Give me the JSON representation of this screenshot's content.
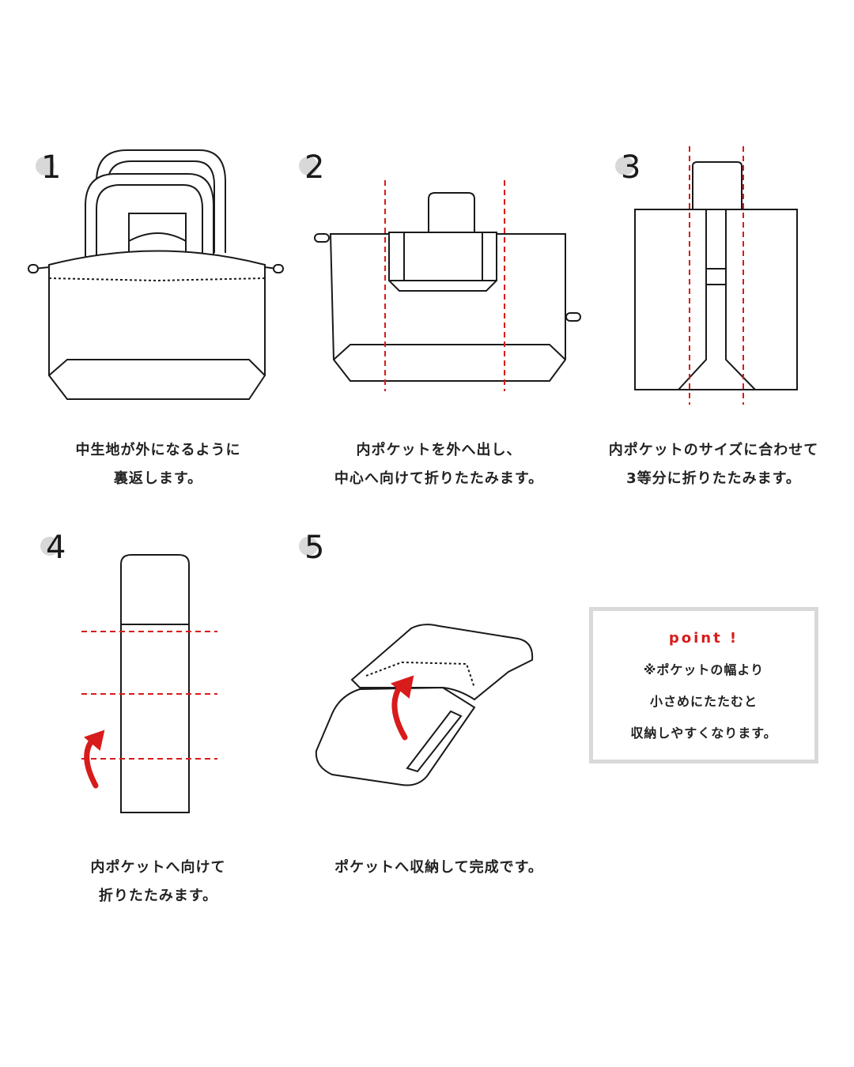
{
  "steps": [
    {
      "number": "1",
      "caption": [
        "中生地が外になるように",
        "裏返します。"
      ]
    },
    {
      "number": "2",
      "caption": [
        "内ポケットを外へ出し、",
        "中心へ向けて折りたたみます。"
      ]
    },
    {
      "number": "3",
      "caption": [
        "内ポケットのサイズに合わせて",
        "3等分に折りたたみます。"
      ]
    },
    {
      "number": "4",
      "caption": [
        "内ポケットへ向けて",
        "折りたたみます。"
      ]
    },
    {
      "number": "5",
      "caption": [
        "ポケットへ収納して完成です。"
      ]
    }
  ],
  "point": {
    "title": "point !",
    "lines": [
      "※ポケットの幅より",
      "小さめにたたむと",
      "収納しやすくなります。"
    ]
  },
  "colors": {
    "line": "#1a1a1a",
    "guide": "#d81b1b",
    "box_border": "#d9d9d9"
  }
}
